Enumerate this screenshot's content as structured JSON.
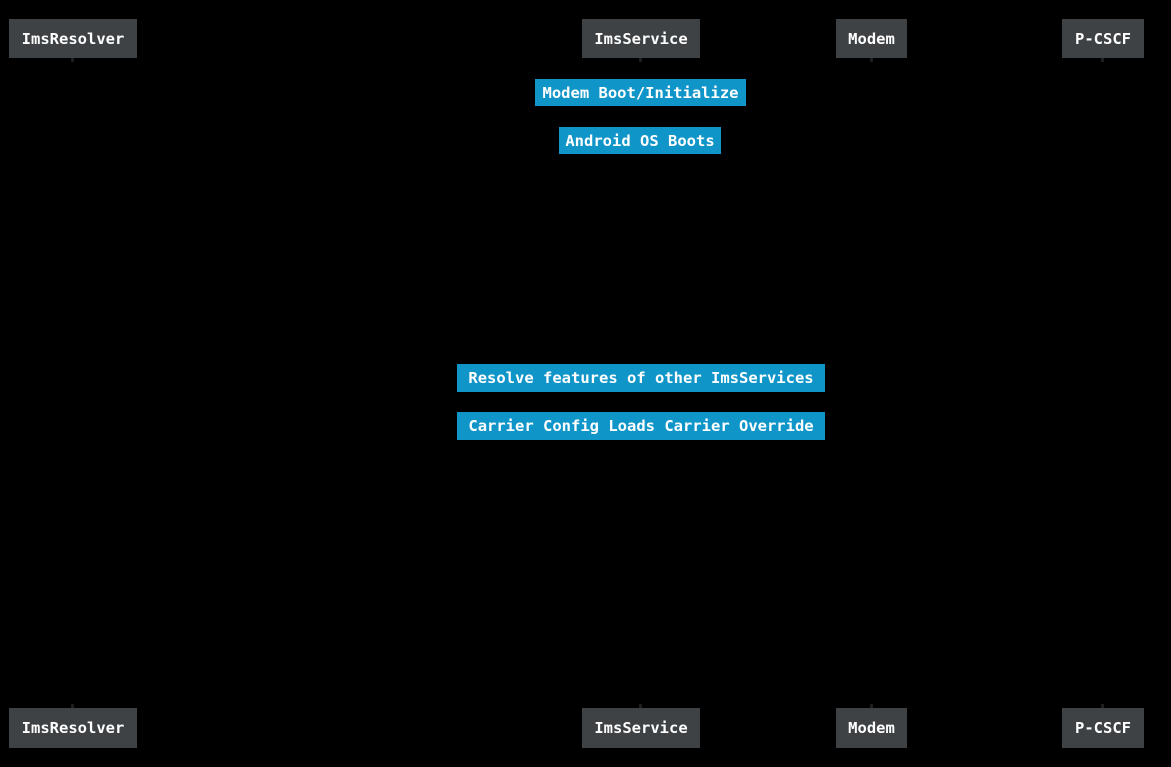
{
  "diagram": {
    "type": "sequence-diagram",
    "background_color": "#000000",
    "actor_box_color": "#3f4245",
    "actor_text_color": "#ffffff",
    "note_box_color": "#1095c8",
    "note_text_color": "#ffffff",
    "participants": [
      {
        "label": "ImsResolver"
      },
      {
        "label": "ImsService"
      },
      {
        "label": "Modem"
      },
      {
        "label": "P-CSCF"
      }
    ],
    "notes": [
      {
        "label": "Modem Boot/Initialize",
        "over": "ImsService"
      },
      {
        "label": "Android OS Boots",
        "over": "ImsService"
      },
      {
        "label": "Resolve features of other ImsServices",
        "over": "ImsService"
      },
      {
        "label": "Carrier Config Loads Carrier Override",
        "over": "ImsService"
      }
    ]
  }
}
